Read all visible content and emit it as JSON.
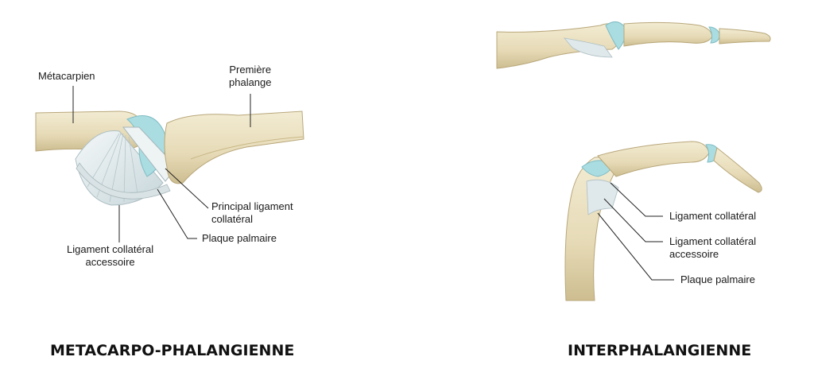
{
  "left_panel": {
    "labels": {
      "metacarpal": "Métacarpien",
      "first_phalanx_line1": "Première",
      "first_phalanx_line2": "phalange",
      "main_collateral_line1": "Principal ligament",
      "main_collateral_line2": "collatéral",
      "palmar_plate": "Plaque palmaire",
      "accessory_line1": "Ligament collatéral",
      "accessory_line2": "accessoire"
    },
    "caption": "METACARPO-PHALANGIENNE"
  },
  "right_panel": {
    "labels": {
      "collateral": "Ligament collatéral",
      "accessory_line1": "Ligament collatéral",
      "accessory_line2": "accessoire",
      "palmar_plate": "Plaque palmaire"
    },
    "caption": "INTERPHALANGIENNE"
  },
  "colors": {
    "bone": "#e9dfc0",
    "bone_shadow": "#c9b98e",
    "cartilage": "#a9dde2",
    "ligament": "#dfe8ea"
  }
}
